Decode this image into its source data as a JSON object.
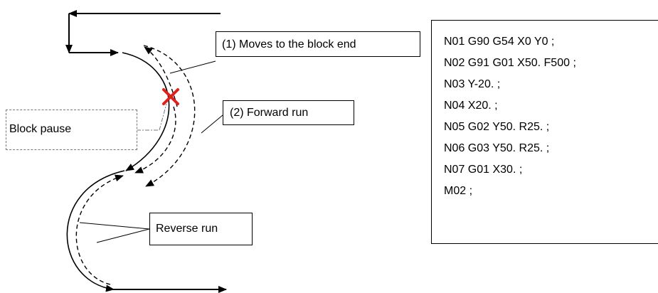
{
  "labels": {
    "moves_to_block_end": "(1) Moves to the block end",
    "forward_run": "(2) Forward run",
    "block_pause": "Block pause",
    "reverse_run": "Reverse run"
  },
  "program": {
    "lines": [
      "N01 G90 G54 X0 Y0 ;",
      "N02 G91 G01 X50. F500 ;",
      "N03 Y-20. ;",
      "N04 X20. ;",
      "N05 G02 Y50. R25. ;",
      "N06 G03 Y50. R25. ;",
      "N07 G01 X30. ;",
      "M02 ;"
    ]
  },
  "colors": {
    "pause_marker": "#e0201b",
    "stroke": "#000000"
  },
  "icons": {
    "pause_marker": "x-mark-icon"
  }
}
